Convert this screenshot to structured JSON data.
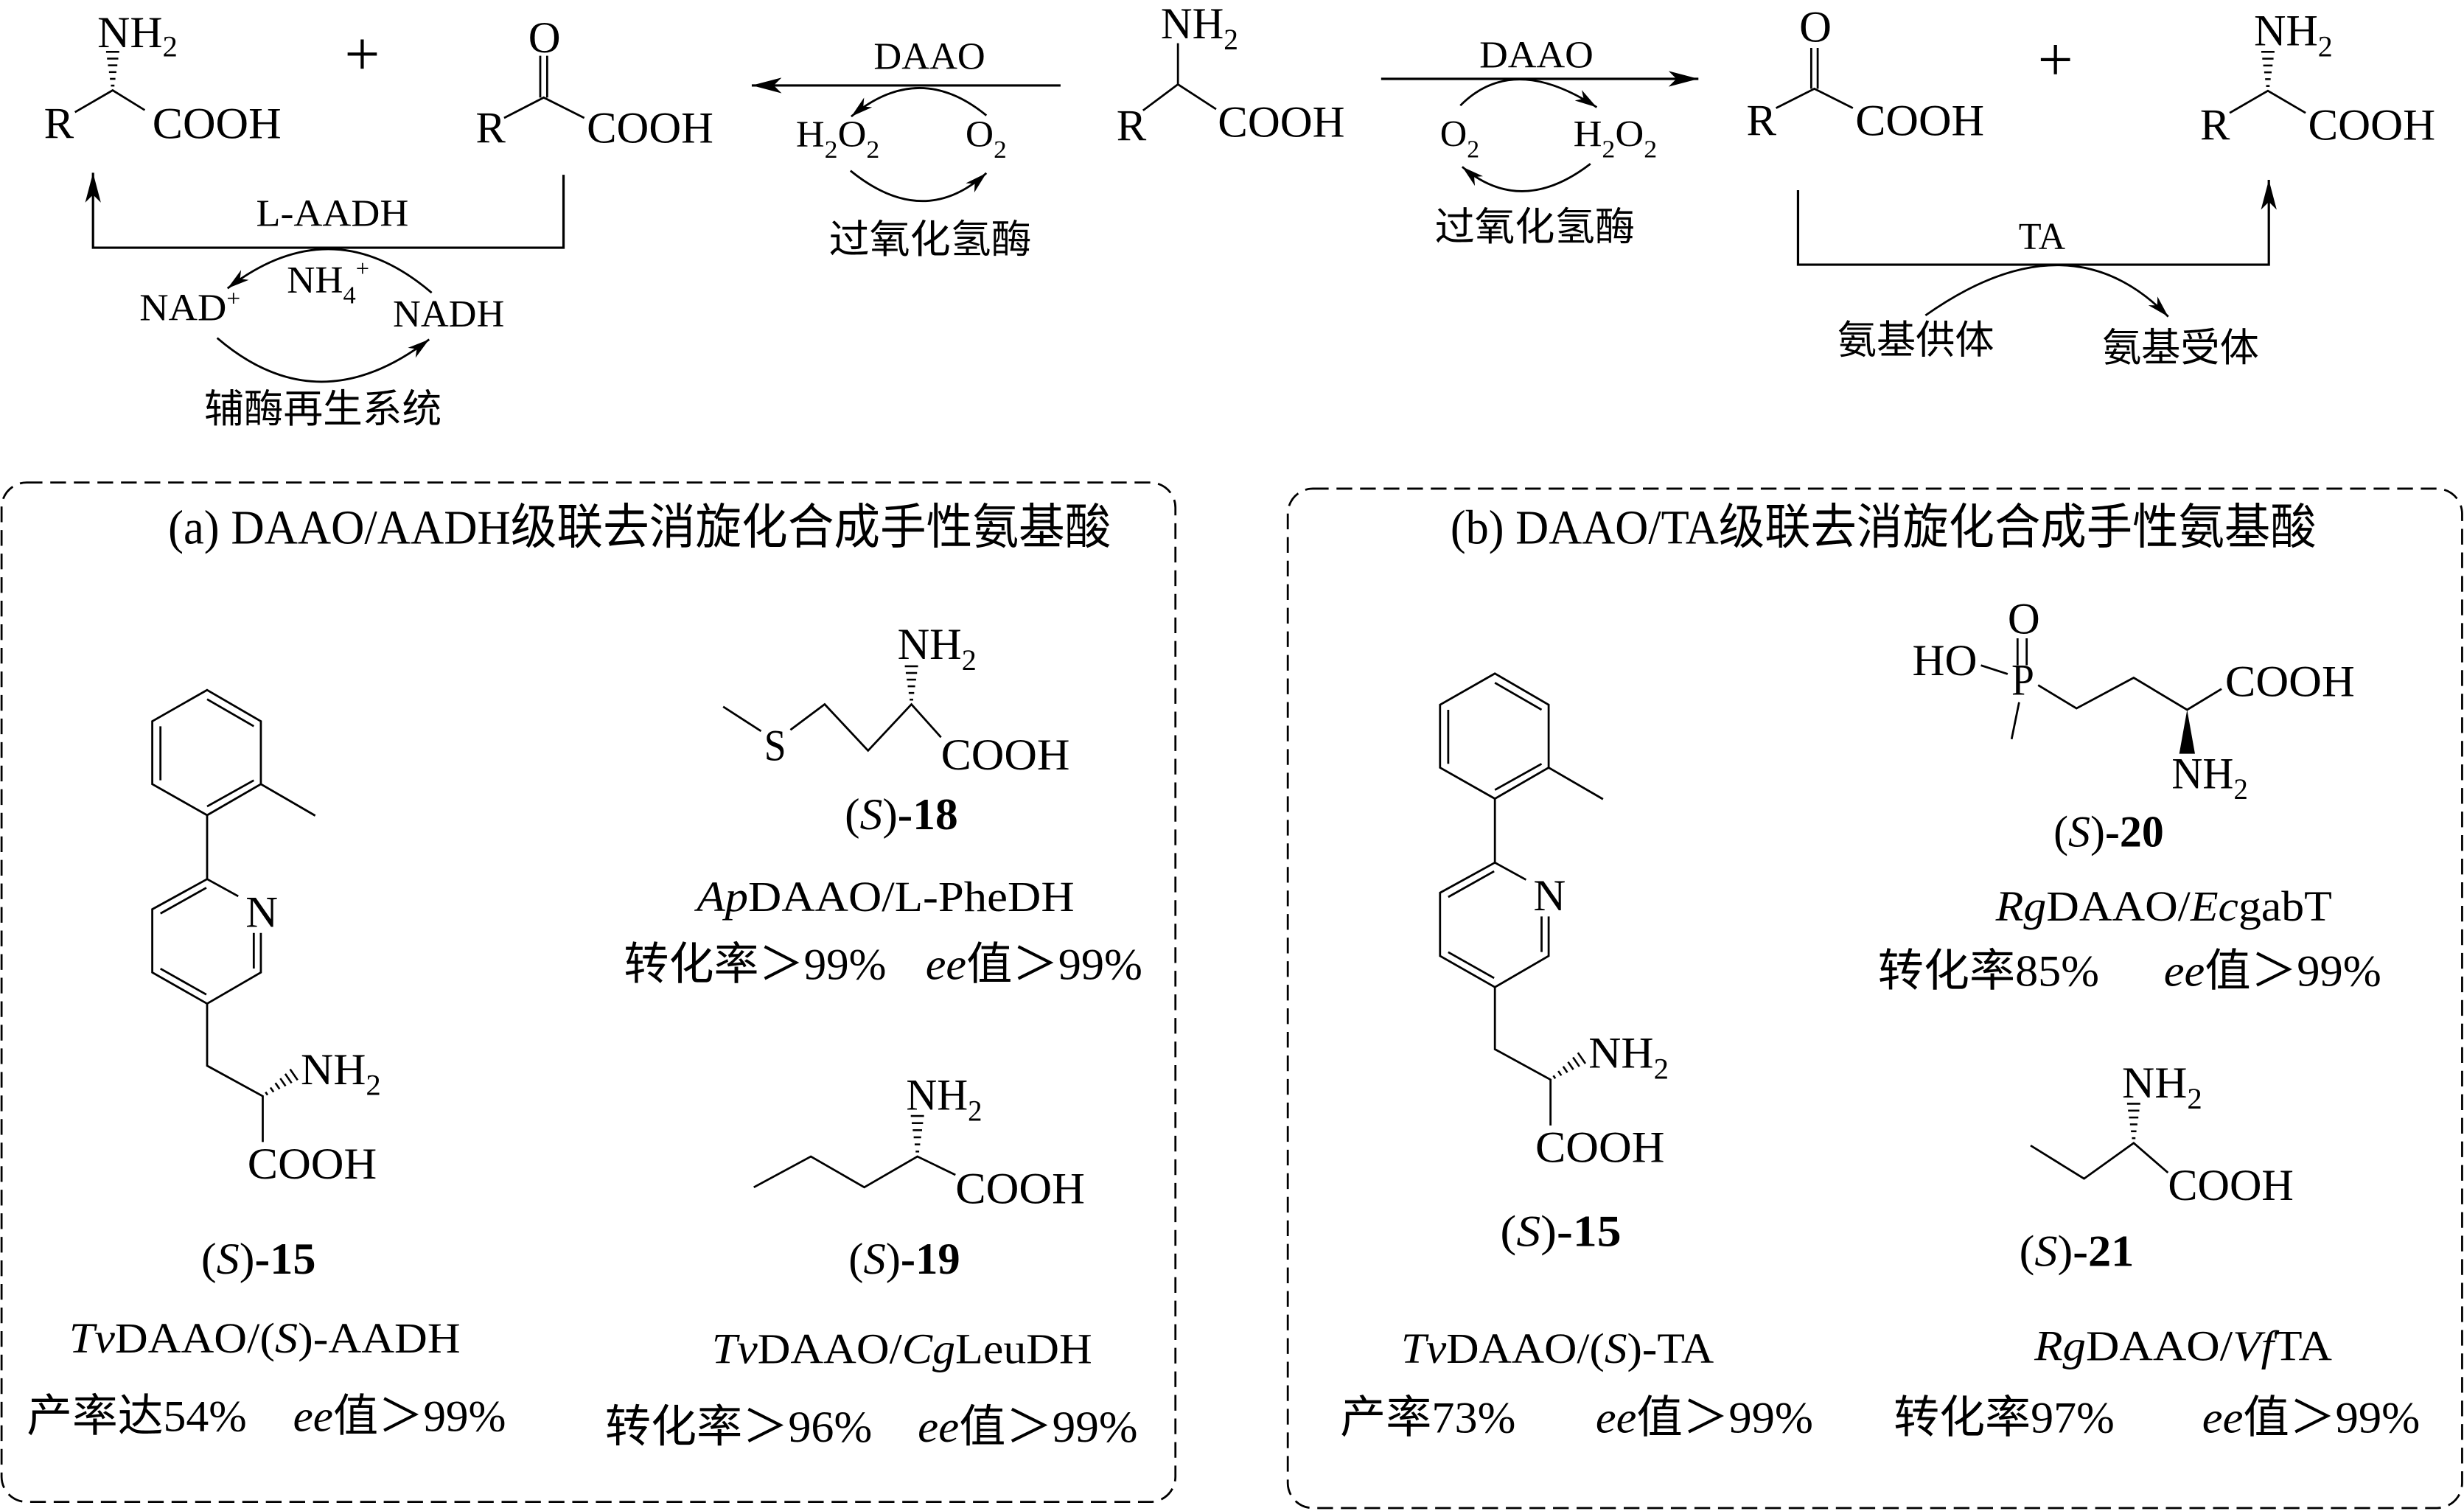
{
  "scheme": {
    "substrate": {
      "amine": {
        "base": "NH",
        "sub": "2"
      },
      "r_group": "R",
      "acid": "COOH"
    },
    "left_oxidation": {
      "enzyme": "DAAO",
      "h2o2": {
        "h": "H",
        "h_sub": "2",
        "o": "O",
        "o_sub": "2"
      },
      "o2": {
        "o": "O",
        "o_sub": "2"
      },
      "catalase": "过氧化氢酶"
    },
    "right_oxidation": {
      "enzyme": "DAAO",
      "o2": {
        "o": "O",
        "o_sub": "2"
      },
      "h2o2": {
        "h": "H",
        "h_sub": "2",
        "o": "O",
        "o_sub": "2"
      },
      "catalase": "过氧化氢酶"
    },
    "left_products": {
      "amino_acid": {
        "amine": {
          "base": "NH",
          "sub": "2"
        },
        "r_group": "R",
        "acid": "COOH"
      },
      "plus": "+",
      "keto_acid": {
        "oxo": "O",
        "r_group": "R",
        "acid": "COOH"
      },
      "enzyme": "L-AADH",
      "ammonium": {
        "base": "NH",
        "sub": "4",
        "sup": "+"
      },
      "nad": {
        "base": "NAD",
        "sup": "+"
      },
      "nadh": "NADH",
      "regeneration_system": "辅酶再生系统"
    },
    "right_products": {
      "keto_acid": {
        "oxo": "O",
        "r_group": "R",
        "acid": "COOH"
      },
      "plus": "+",
      "amino_acid": {
        "amine": {
          "base": "NH",
          "sub": "2"
        },
        "r_group": "R",
        "acid": "COOH"
      },
      "enzyme": "TA",
      "amino_donor": "氨基供体",
      "amino_acceptor": "氨基受体"
    }
  },
  "panels": [
    {
      "title": "(a) DAAO/AADH级联去消旋化合成手性氨基酸",
      "compounds": [
        {
          "label": {
            "open": "(",
            "config": "S",
            "close": ")",
            "number": "-15"
          },
          "structure": {
            "ring_n": "N",
            "amine": {
              "base": "NH",
              "sub": "2"
            },
            "acid": "COOH"
          },
          "enzymes": [
            "Tv",
            "DAAO/(",
            "S",
            ")-AADH"
          ],
          "yield": "产率达54%",
          "ee": {
            "prefix": "ee",
            "value": "值＞99%"
          }
        },
        {
          "label": {
            "open": "(",
            "config": "S",
            "close": ")",
            "number": "-18"
          },
          "structure": {
            "sulfur": "S",
            "amine": {
              "base": "NH",
              "sub": "2"
            },
            "acid": "COOH"
          },
          "enzymes": [
            "Ap",
            "DAAO/L-PheDH"
          ],
          "conversion": "转化率＞99%",
          "ee": {
            "prefix": "ee",
            "value": "值＞99%"
          }
        },
        {
          "label": {
            "open": "(",
            "config": "S",
            "close": ")",
            "number": "-19"
          },
          "structure": {
            "amine": {
              "base": "NH",
              "sub": "2"
            },
            "acid": "COOH"
          },
          "enzymes": [
            "Tv",
            "DAAO/",
            "Cg",
            "LeuDH"
          ],
          "conversion": "转化率＞96%",
          "ee": {
            "prefix": "ee",
            "value": "值＞99%"
          }
        }
      ]
    },
    {
      "title": "(b) DAAO/TA级联去消旋化合成手性氨基酸",
      "compounds": [
        {
          "label": {
            "open": "(",
            "config": "S",
            "close": ")",
            "number": "-15"
          },
          "structure": {
            "ring_n": "N",
            "amine": {
              "base": "NH",
              "sub": "2"
            },
            "acid": "COOH"
          },
          "enzymes": [
            "Tv",
            "DAAO/(",
            "S",
            ")-TA"
          ],
          "yield": "产率73%",
          "ee": {
            "prefix": "ee",
            "value": "值＞99%"
          }
        },
        {
          "label": {
            "open": "(",
            "config": "S",
            "close": ")",
            "number": "-20"
          },
          "structure": {
            "oxo": "O",
            "hydroxy": "HO",
            "phosphorus": "P",
            "amine": {
              "base": "NH",
              "sub": "2"
            },
            "acid": "COOH"
          },
          "enzymes": [
            "Rg",
            "DAAO/",
            "Ec",
            "gabT"
          ],
          "conversion": "转化率85%",
          "ee": {
            "prefix": "ee",
            "value": "值＞99%"
          }
        },
        {
          "label": {
            "open": "(",
            "config": "S",
            "close": ")",
            "number": "-21"
          },
          "structure": {
            "amine": {
              "base": "NH",
              "sub": "2"
            },
            "acid": "COOH"
          },
          "enzymes": [
            "Rg",
            "DAAO/",
            "Vf",
            "TA"
          ],
          "conversion": "转化率97%",
          "ee": {
            "prefix": "ee",
            "value": "值＞99%"
          }
        }
      ]
    }
  ]
}
